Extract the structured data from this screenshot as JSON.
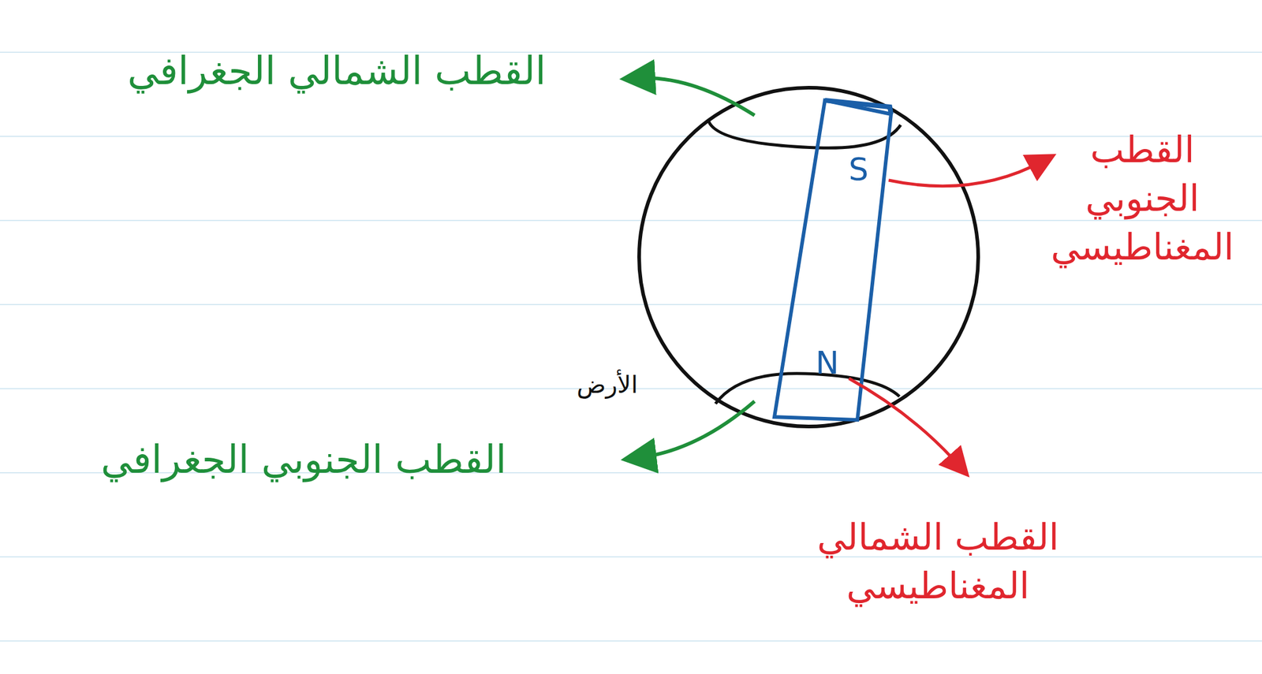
{
  "diagram": {
    "labels": [
      "القطب الشمالي الجغرافي",
      "S",
      "القطب الجنوبي المغناطيسي",
      "N",
      "الأرض",
      "القطب الجنوبي الجغرافي",
      "القطب الشمالي المغناطيسي"
    ]
  }
}
